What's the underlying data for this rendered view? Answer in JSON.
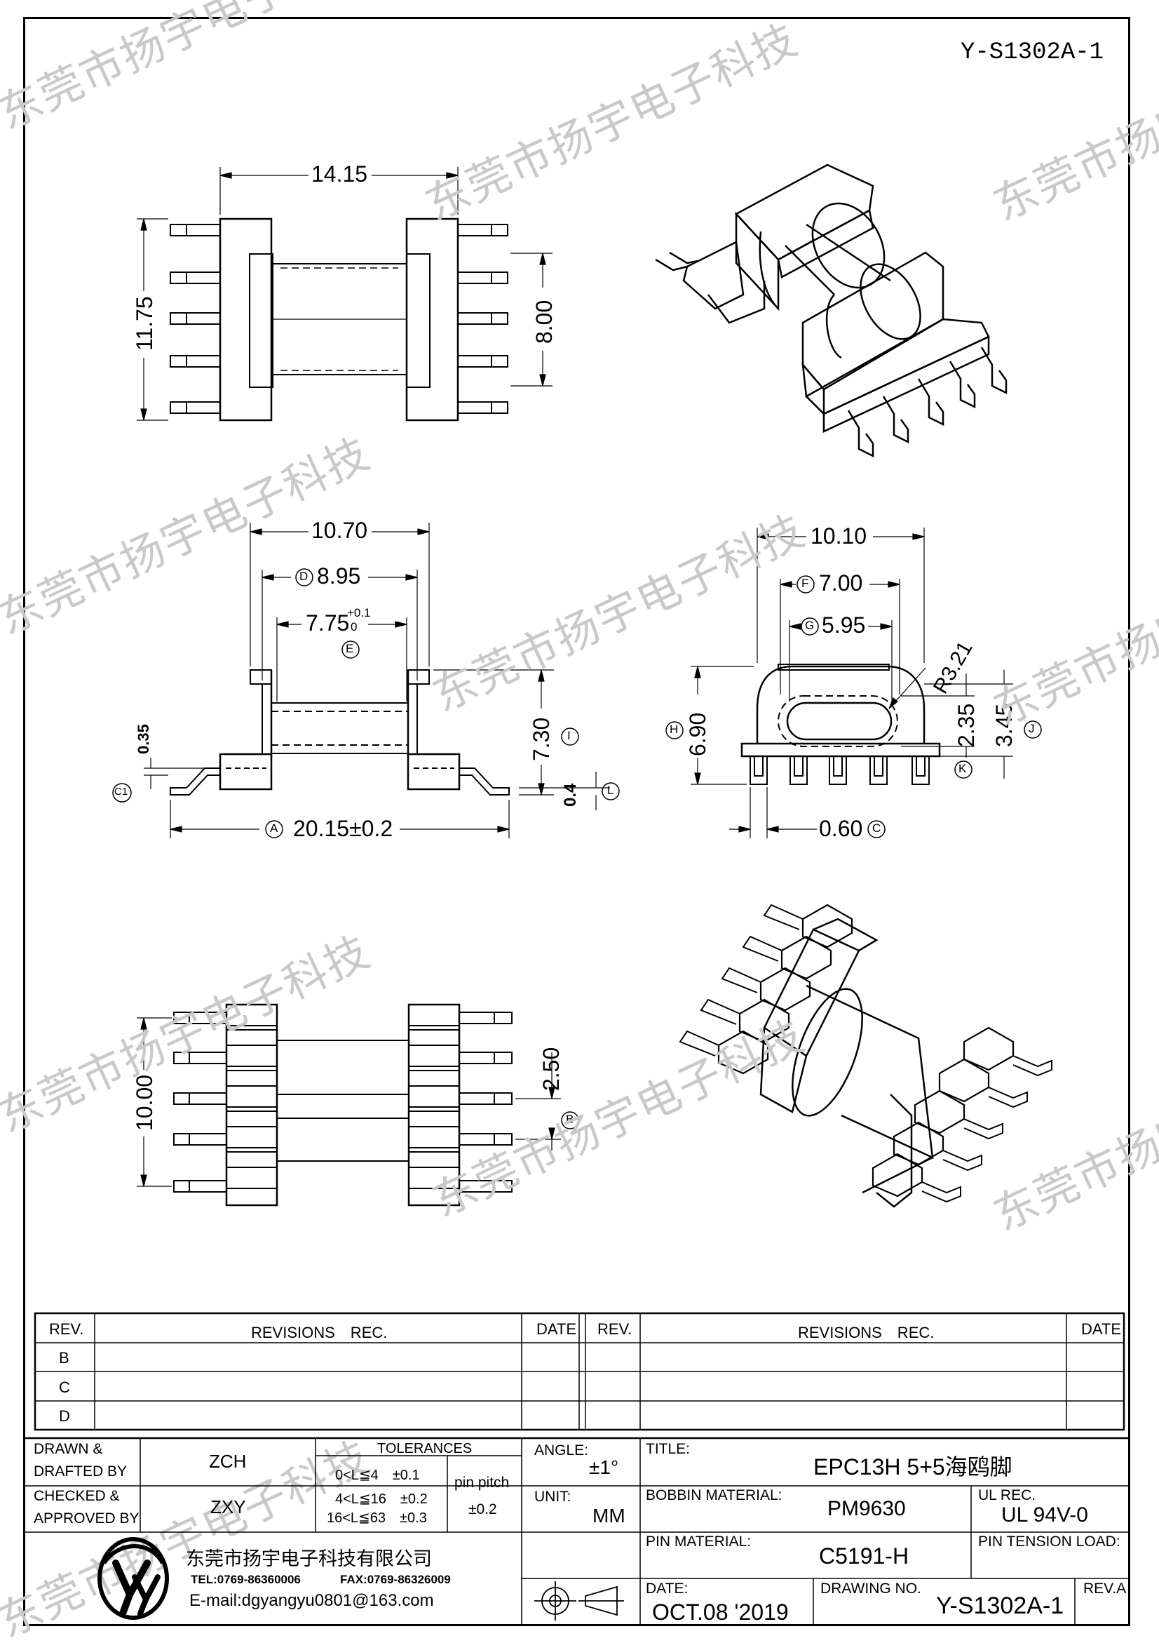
{
  "drawing_code": "Y-S1302A-1",
  "watermark": [
    "东莞市扬宇电子科技",
    "东莞市扬宇电子科技",
    "东莞市扬宇电子科技",
    "东莞市扬宇电子科技",
    "东莞市扬宇电子科技",
    "东莞市扬宇电子科技",
    "东莞市扬宇电子科技",
    "东莞市扬宇电子科技",
    "东莞市扬宇电子科技",
    "东莞市扬宇电子科技"
  ],
  "dims": {
    "top_width": "14.15",
    "top_height": "11.75",
    "top_inner": "8.00",
    "front_outer": "10.70",
    "front_d": "8.95",
    "front_e": "7.75",
    "front_e_tol_plus": "+0.1",
    "front_e_tol_minus": "0",
    "front_height": "7.30",
    "front_c1": "0.35",
    "front_l": "0.4",
    "front_a": "20.15±0.2",
    "side_outer": "10.10",
    "side_f": "7.00",
    "side_g": "5.95",
    "side_radius": "R3.21",
    "side_h": "6.90",
    "side_k": "2.35",
    "side_j": "3.45",
    "side_c": "0.60",
    "bottom_height": "10.00",
    "bottom_pitch": "2.50"
  },
  "markers": {
    "D": "D",
    "E": "E",
    "F": "F",
    "G": "G",
    "H": "H",
    "I": "I",
    "J": "J",
    "K": "K",
    "L": "L",
    "A": "A",
    "B": "B",
    "C": "C",
    "C1": "C1"
  },
  "revisions": {
    "rev_header": "REV.",
    "rec_header": "REVISIONS　REC.",
    "date_header": "DATE",
    "rows": [
      "B",
      "C",
      "D"
    ]
  },
  "title_block": {
    "drawn_label": "DRAWN &",
    "drafted_label": "DRAFTED BY",
    "drawn_value": "ZCH",
    "checked_label": "CHECKED &",
    "approved_label": "APPROVED BY",
    "checked_value": "ZXY",
    "tolerances_label": "TOLERANCES",
    "tol_1": "0<L≦4　±0.1",
    "tol_2": "4<L≦16　±0.2",
    "tol_3": "16<L≦63　±0.3",
    "pin_pitch_label": "pin pitch",
    "pin_pitch_value": "±0.2",
    "angle_label": "ANGLE:",
    "angle_value": "±1°",
    "unit_label": "UNIT:",
    "unit_value": "MM",
    "title_label": "TITLE:",
    "title_value": "EPC13H 5+5海鸥脚",
    "bobbin_label": "BOBBIN MATERIAL:",
    "bobbin_value": "PM9630",
    "ul_label": "UL REC.",
    "ul_value": "UL 94V-0",
    "pin_material_label": "PIN MATERIAL:",
    "pin_material_value": "C5191-H",
    "pin_tension_label": "PIN TENSION LOAD:",
    "date_label": "DATE:",
    "date_value": "OCT.08 '2019",
    "drawing_no_label": "DRAWING NO.",
    "drawing_no_value": "Y-S1302A-1",
    "rev_label": "REV.A"
  },
  "company": {
    "name": "东莞市扬宇电子科技有限公司",
    "tel": "TEL:0769-86360006",
    "fax": "FAX:0769-86326009",
    "email": "E-mail:dgyangyu0801@163.com",
    "logo_letters": "YY"
  }
}
